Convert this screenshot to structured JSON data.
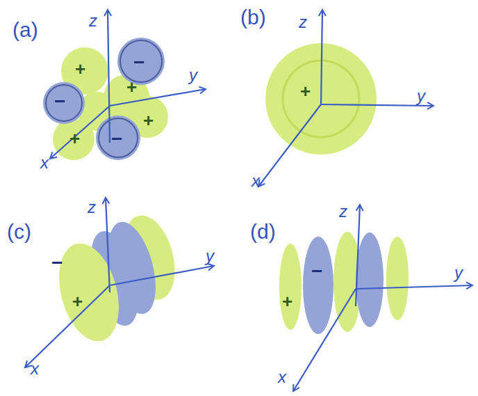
{
  "diagram": {
    "labels": [
      "(a)",
      "z",
      "y",
      "x",
      "+",
      "−",
      "−",
      "+",
      "+",
      "+",
      "−",
      "(b)",
      "z",
      "y",
      "x",
      "+",
      "(c)",
      "z",
      "y",
      "x",
      "−",
      "+",
      "(d)",
      "z",
      "y",
      "x",
      "+",
      "−"
    ]
  }
}
